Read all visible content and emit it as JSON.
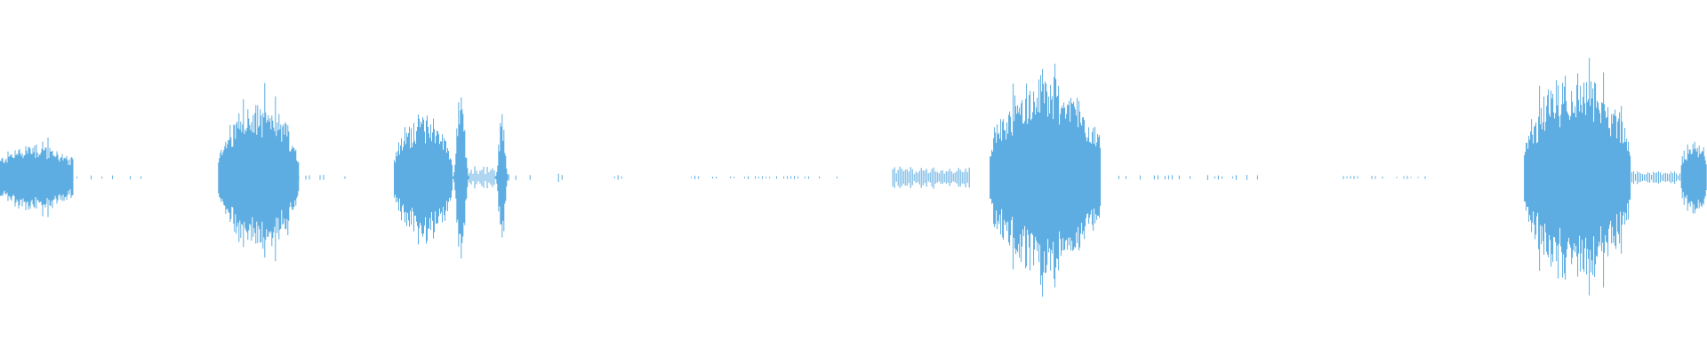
{
  "waveform": {
    "color": "#5dade2",
    "background": "#ffffff",
    "segments": [
      {
        "start": 0.0,
        "end": 0.043,
        "peak": 0.2,
        "shape": "rise-fall",
        "density": "dense"
      },
      {
        "start": 0.043,
        "end": 0.085,
        "peak": 0.012,
        "shape": "flat",
        "density": "sparse"
      },
      {
        "start": 0.128,
        "end": 0.175,
        "peak": 0.41,
        "shape": "burst",
        "density": "dense"
      },
      {
        "start": 0.175,
        "end": 0.205,
        "peak": 0.015,
        "shape": "flat",
        "density": "sparse"
      },
      {
        "start": 0.231,
        "end": 0.265,
        "peak": 0.36,
        "shape": "burst",
        "density": "dense"
      },
      {
        "start": 0.265,
        "end": 0.275,
        "peak": 0.52,
        "shape": "spike",
        "density": "dense"
      },
      {
        "start": 0.275,
        "end": 0.29,
        "peak": 0.05,
        "shape": "flat",
        "density": "medium"
      },
      {
        "start": 0.29,
        "end": 0.298,
        "peak": 0.38,
        "shape": "spike",
        "density": "dense"
      },
      {
        "start": 0.298,
        "end": 0.335,
        "peak": 0.03,
        "shape": "flat",
        "density": "sparse"
      },
      {
        "start": 0.36,
        "end": 0.365,
        "peak": 0.012,
        "shape": "flat",
        "density": "sparse"
      },
      {
        "start": 0.405,
        "end": 0.492,
        "peak": 0.008,
        "shape": "flat",
        "density": "sparse"
      },
      {
        "start": 0.523,
        "end": 0.568,
        "peak": 0.05,
        "shape": "flat",
        "density": "medium"
      },
      {
        "start": 0.58,
        "end": 0.645,
        "peak": 0.57,
        "shape": "burst",
        "density": "dense"
      },
      {
        "start": 0.645,
        "end": 0.74,
        "peak": 0.012,
        "shape": "flat",
        "density": "sparse"
      },
      {
        "start": 0.787,
        "end": 0.835,
        "peak": 0.008,
        "shape": "flat",
        "density": "sparse"
      },
      {
        "start": 0.893,
        "end": 0.955,
        "peak": 0.58,
        "shape": "burst",
        "density": "dense"
      },
      {
        "start": 0.955,
        "end": 0.985,
        "peak": 0.03,
        "shape": "flat",
        "density": "medium"
      },
      {
        "start": 0.985,
        "end": 1.0,
        "peak": 0.22,
        "shape": "burst",
        "density": "dense"
      }
    ]
  }
}
